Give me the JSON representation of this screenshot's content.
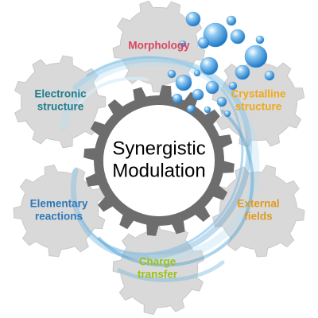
{
  "center": {
    "line1": "Synergistic",
    "line2": "Modulation",
    "color": "#111111"
  },
  "gear_fill": "#d9d9d9",
  "center_gear_fill": "#6d6d6d",
  "outer_gears": [
    {
      "lines": [
        "Morphology"
      ],
      "color": "#d9455f"
    },
    {
      "lines": [
        "Crystalline",
        "structure"
      ],
      "color": "#f0a81c"
    },
    {
      "lines": [
        "External",
        "fields"
      ],
      "color": "#e09a20"
    },
    {
      "lines": [
        "Charge",
        "transfer"
      ],
      "color": "#9bc21a"
    },
    {
      "lines": [
        "Elementary",
        "reactions"
      ],
      "color": "#2e78b8"
    },
    {
      "lines": [
        "Electronic",
        "structure"
      ],
      "color": "#1e7d8c"
    }
  ],
  "bubble_color": "#2f8fd8"
}
